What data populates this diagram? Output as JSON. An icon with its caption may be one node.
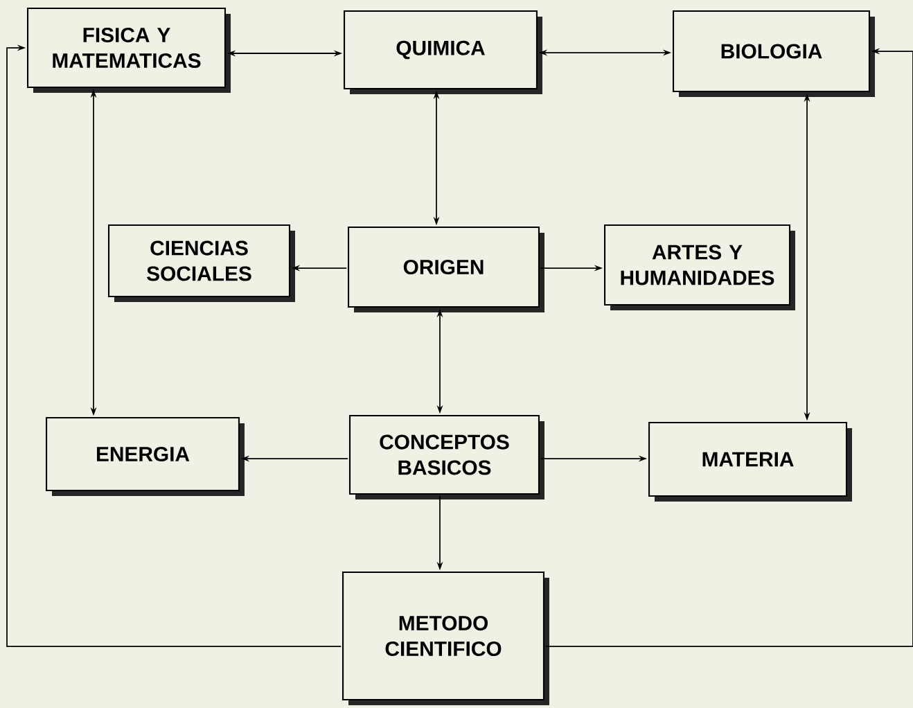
{
  "diagram": {
    "nodes": [
      {
        "text": [
          "FISICA Y MATEMATICAS"
        ]
      },
      {
        "text": [
          "QUIMICA"
        ]
      },
      {
        "text": [
          "BIOLOGIA"
        ]
      },
      {
        "text": [
          "CIENCIAS SOCIALES"
        ]
      },
      {
        "text": [
          "ORIGEN"
        ]
      },
      {
        "text": [
          "ARTES Y HUMANIDADES"
        ]
      },
      {
        "text": [
          "ENERGIA"
        ]
      },
      {
        "text": [
          "CONCEPTOS BASICOS"
        ]
      },
      {
        "text": [
          "MATERIA"
        ]
      },
      {
        "text": [
          "METODO CIENTIFICO"
        ]
      }
    ],
    "edges": [
      {
        "from": 0,
        "to": 1,
        "arrow": "both"
      },
      {
        "from": 1,
        "to": 2,
        "arrow": "both"
      },
      {
        "from": 1,
        "to": 4,
        "arrow": "both"
      },
      {
        "from": 0,
        "to": 6,
        "arrow": "both"
      },
      {
        "from": 2,
        "to": 8,
        "arrow": "both"
      },
      {
        "from": 4,
        "to": 3,
        "arrow": "to"
      },
      {
        "from": 4,
        "to": 5,
        "arrow": "to"
      },
      {
        "from": 4,
        "to": 7,
        "arrow": "both"
      },
      {
        "from": 7,
        "to": 6,
        "arrow": "to"
      },
      {
        "from": 7,
        "to": 8,
        "arrow": "to"
      },
      {
        "from": 7,
        "to": 9,
        "arrow": "to"
      },
      {
        "from": 9,
        "to": 0,
        "arrow": "to"
      },
      {
        "from": 9,
        "to": 2,
        "arrow": "to"
      }
    ]
  }
}
